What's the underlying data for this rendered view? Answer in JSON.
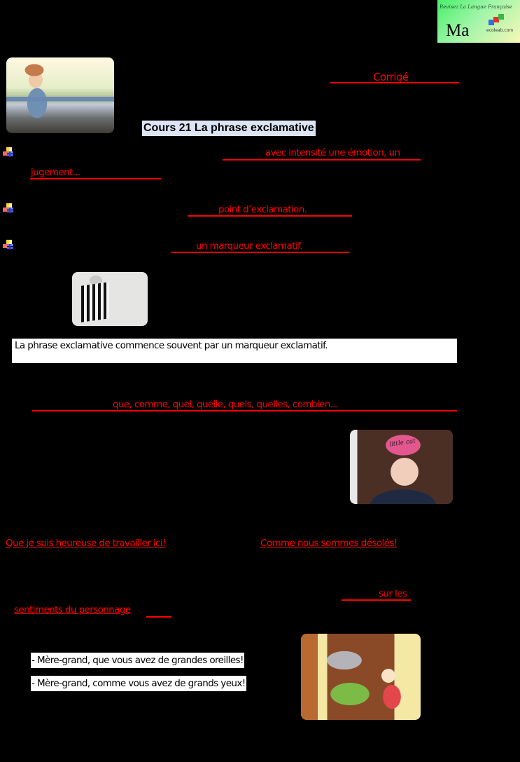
{
  "logo": {
    "tagline": "Revisez La Langue Française",
    "brand": "Ma",
    "site": "ecoleab.com",
    "colors": {
      "gradient_start": "#48f06a",
      "gradient_end": "#f8f7b8"
    }
  },
  "header": {
    "corrige_label": "Corrigé",
    "title": "Cours 21 La phrase exclamative",
    "title_bg": "#dde4f4"
  },
  "bullets": [
    {
      "icon": "bullet-squares-icon",
      "answer_line1": "avec intensité une émotion, un",
      "answer_line2": "jugement..."
    },
    {
      "icon": "bullet-squares-icon",
      "answer": "point d’exclamation."
    },
    {
      "icon": "bullet-squares-icon",
      "answer": "un marqueur exclamatif."
    }
  ],
  "images": {
    "boy": "laughing-boy-photo",
    "gift": "striped-gift-box-photo",
    "girl": "crying-girl-photo",
    "wolf": "wolf-and-little-red-riding-hood-illustration"
  },
  "girl_hat_text": "little cat",
  "rule_box": "La phrase exclamative commence souvent par un marqueur exclamatif.",
  "markers_answer": "que, comme, quel, quelle, quels, quelles, combien...",
  "examples": {
    "left": "Que je suis heureuse de travailler ici!",
    "right": "Comme nous sommes désolés!"
  },
  "feelings_answer": {
    "line1": "sur les",
    "line2": "sentiments du personnage"
  },
  "dialogue": [
    "- Mère-grand, que vous avez de grandes oreilles!",
    "- Mère-grand, comme vous avez de grands yeux!"
  ],
  "colors": {
    "answer_red": "#ff0000",
    "background": "#000000"
  }
}
